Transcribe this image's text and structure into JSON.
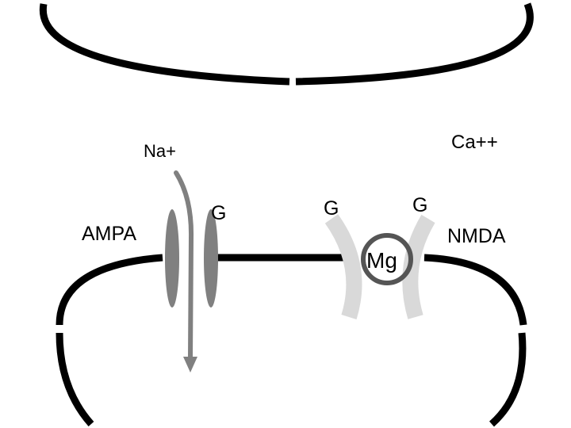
{
  "labels": {
    "sodium": "Na+",
    "calcium": "Ca++",
    "ampa": "AMPA",
    "nmda": "NMDA",
    "magnesium": "Mg",
    "glutamate_ampa": "G",
    "glutamate_nmda_left": "G",
    "glutamate_nmda_right": "G"
  },
  "colors": {
    "membrane": "#000000",
    "ampa_channel": "#808080",
    "nmda_channel": "#d9d9d9",
    "mg_ring": "#555555",
    "sodium_arrow": "#808080",
    "background": "#ffffff"
  }
}
